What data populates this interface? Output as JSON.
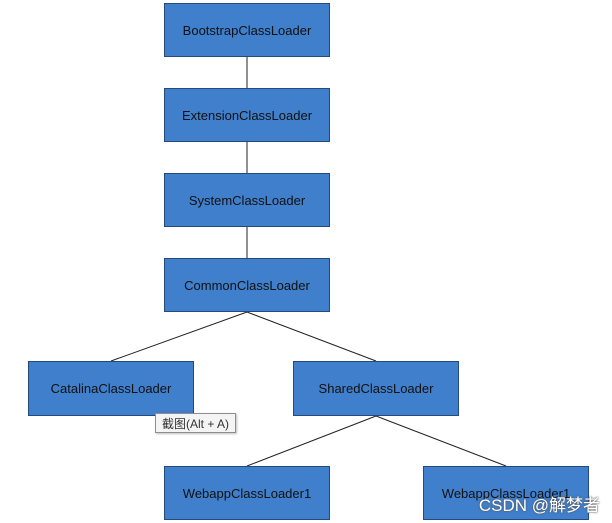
{
  "nodes": {
    "bootstrap": "BootstrapClassLoader",
    "extension": "ExtensionClassLoader",
    "system": "SystemClassLoader",
    "common": "CommonClassLoader",
    "catalina": "CatalinaClassLoader",
    "shared": "SharedClassLoader",
    "webapp1": "WebappClassLoader1",
    "webapp2": "WebappClassLoader1"
  },
  "edges": [
    [
      "bootstrap",
      "extension"
    ],
    [
      "extension",
      "system"
    ],
    [
      "system",
      "common"
    ],
    [
      "common",
      "catalina"
    ],
    [
      "common",
      "shared"
    ],
    [
      "shared",
      "webapp1"
    ],
    [
      "shared",
      "webapp2"
    ]
  ],
  "tooltip": {
    "text": "截图(Alt + A)"
  },
  "watermark": {
    "text": "CSDN @解梦者"
  },
  "colors": {
    "node_fill": "#3f7fcb",
    "node_border": "#24497a",
    "edge": "#222222"
  }
}
